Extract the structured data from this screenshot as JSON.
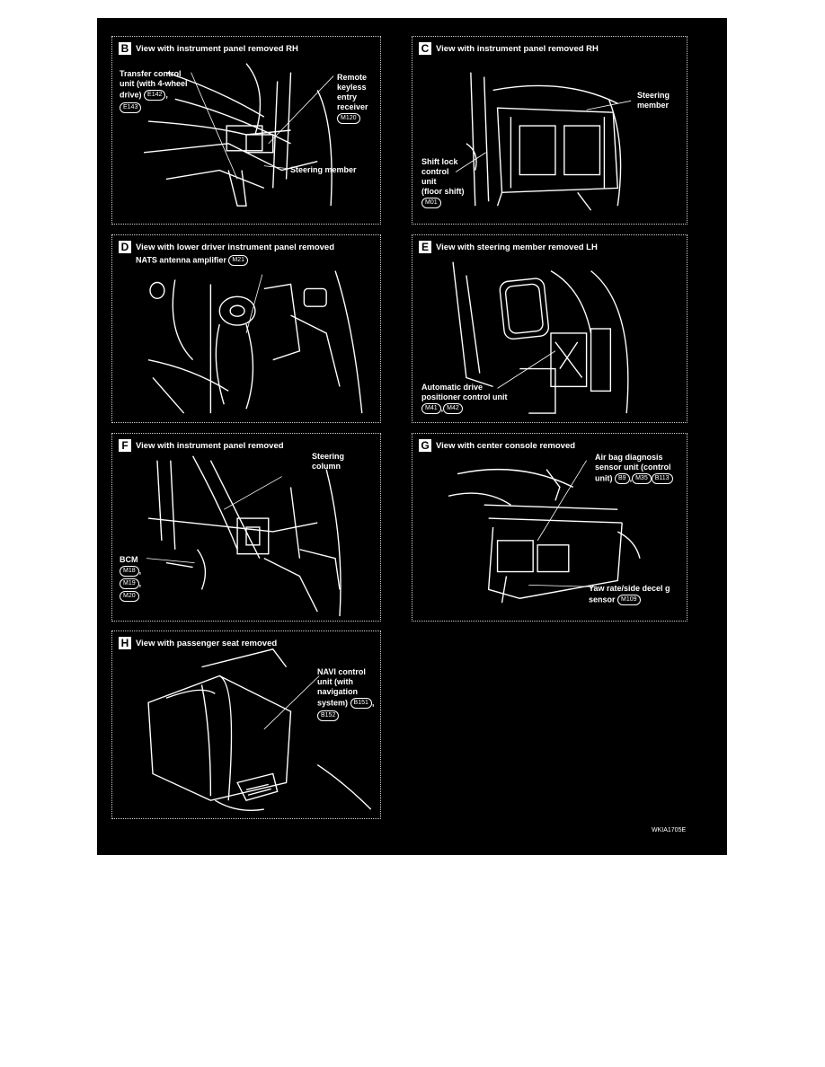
{
  "panels": {
    "B": {
      "letter": "B",
      "title": "View with instrument panel removed RH",
      "label_transfer": [
        "Transfer control",
        "unit (with 4-wheel",
        "drive)"
      ],
      "code_e142": "E142",
      "code_e143": "E143",
      "label_remote": [
        "Remote",
        "keyless",
        "entry",
        "receiver"
      ],
      "code_m120": "M120",
      "label_steering": "Steering member"
    },
    "C": {
      "letter": "C",
      "title": "View with instrument panel removed RH",
      "label_steering": [
        "Steering",
        "member"
      ],
      "label_shift": [
        "Shift lock",
        "control",
        "unit",
        "(floor shift)"
      ],
      "code_m01": "M01"
    },
    "D": {
      "letter": "D",
      "title": "View with lower driver instrument panel removed",
      "label_nats": "NATS antenna amplifier",
      "code_m21": "M21"
    },
    "E": {
      "letter": "E",
      "title": "View with steering member removed LH",
      "label_adp": [
        "Automatic drive",
        "positioner control unit"
      ],
      "code_m41": "M41",
      "code_m42": "M42"
    },
    "F": {
      "letter": "F",
      "title": "View with instrument panel removed",
      "label_steering": [
        "Steering",
        "column"
      ],
      "label_bcm": "BCM",
      "code_m18": "M18",
      "code_m19": "M19",
      "code_m20": "M20"
    },
    "G": {
      "letter": "G",
      "title": "View with center console removed",
      "label_airbag": [
        "Air bag diagnosis",
        "sensor unit (control",
        "unit)"
      ],
      "code_b9": "B9",
      "code_m35": "M35",
      "code_b113": "B113",
      "label_yaw": [
        "Yaw rate/side decel g",
        "sensor"
      ],
      "code_m109": "M109"
    },
    "H": {
      "letter": "H",
      "title": "View with passenger seat removed",
      "label_navi": [
        "NAVI control",
        "unit (with",
        "navigation",
        "system)"
      ],
      "code_b151": "B151",
      "code_b152": "B152"
    }
  },
  "separator": ",",
  "figure_code": "WKIA1705E"
}
